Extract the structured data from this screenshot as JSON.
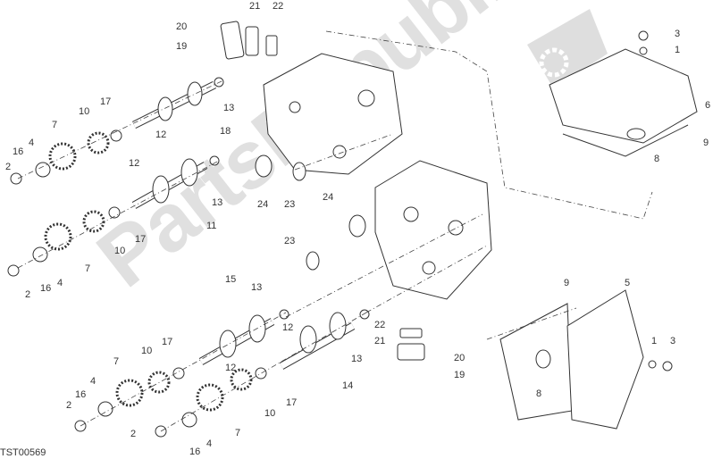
{
  "diagram": {
    "code": "TST00569",
    "watermark": "PartsRepublik",
    "accent_color": "#c8c8c8",
    "labels": [
      "20",
      "21",
      "22",
      "19",
      "3",
      "1",
      "6",
      "9",
      "8",
      "18",
      "13",
      "12",
      "17",
      "10",
      "7",
      "16",
      "4",
      "2",
      "12",
      "13",
      "11",
      "24",
      "23",
      "24",
      "23",
      "17",
      "10",
      "7",
      "4",
      "16",
      "2",
      "15",
      "13",
      "12",
      "12",
      "17",
      "10",
      "7",
      "4",
      "16",
      "2",
      "2",
      "16",
      "4",
      "7",
      "10",
      "17",
      "13",
      "14",
      "22",
      "21",
      "20",
      "19",
      "9",
      "5",
      "8",
      "1",
      "3"
    ]
  }
}
